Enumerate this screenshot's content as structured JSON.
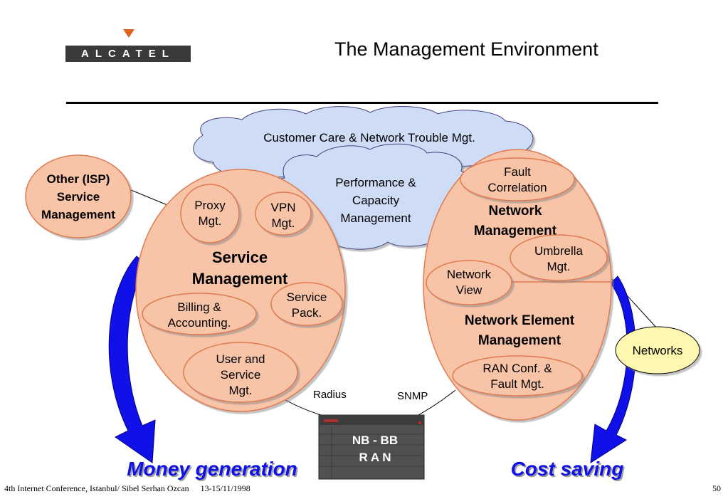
{
  "header": {
    "logo_text": "ALCATEL",
    "title": "The Management Environment"
  },
  "clouds": {
    "outer_label": "Customer Care & Network Trouble Mgt.",
    "inner_lines": [
      "Performance &",
      "Capacity",
      "Management"
    ]
  },
  "other_isp": {
    "lines": [
      "Other (ISP)",
      "Service",
      "Management"
    ]
  },
  "service_management": {
    "title_lines": [
      "Service",
      "Management"
    ],
    "proxy": [
      "Proxy",
      "Mgt."
    ],
    "vpn": [
      "VPN",
      "Mgt."
    ],
    "service_pack": [
      "Service",
      "Pack."
    ],
    "billing": [
      "Billing &",
      "Accounting."
    ],
    "user_service": [
      "User and",
      "Service",
      "Mgt."
    ]
  },
  "network_management": {
    "fault": [
      "Fault",
      "Correlation"
    ],
    "title_lines": [
      "Network",
      "Management"
    ],
    "umbrella": [
      "Umbrella",
      "Mgt."
    ],
    "network_view": [
      "Network",
      "View"
    ],
    "nem_title_lines": [
      "Network Element",
      "Management"
    ],
    "ran_conf": [
      "RAN Conf. &",
      "Fault Mgt."
    ]
  },
  "networks_label": "Networks",
  "protocols": {
    "radius": "Radius",
    "snmp": "SNMP"
  },
  "device": {
    "lines": [
      "NB - BB",
      "R A N"
    ]
  },
  "outcomes": {
    "left": "Money generation",
    "right": "Cost saving"
  },
  "footer": {
    "left": "4th Internet Conference, Istanbul/ Sibel Serhan Ozcan",
    "date": "13-15/11/1998",
    "page": "50"
  },
  "colors": {
    "salmon": "#f8c4a8",
    "salmon_stroke": "#e07a50",
    "cloud": "#cfdcf6",
    "networks_fill": "#fdf7b0",
    "arrow_blue": "#1010e8"
  }
}
